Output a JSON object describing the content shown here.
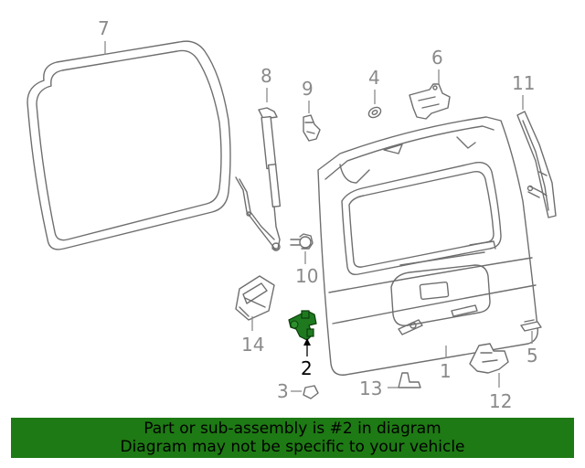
{
  "highlighted_part": "2",
  "callouts": {
    "c1": "1",
    "c2": "2",
    "c3": "3",
    "c4": "4",
    "c5": "5",
    "c6": "6",
    "c7": "7",
    "c8": "8",
    "c9": "9",
    "c10": "10",
    "c11": "11",
    "c12": "12",
    "c13": "13",
    "c14": "14"
  },
  "colors": {
    "highlight": "#1f7a1f",
    "banner": "#1e7a14",
    "line": "#6f6f6f",
    "callout": "#8a8a8a"
  },
  "banner": {
    "line1": "Part or sub-assembly is #2 in diagram",
    "line2": "Diagram may not be specific to your vehicle"
  }
}
